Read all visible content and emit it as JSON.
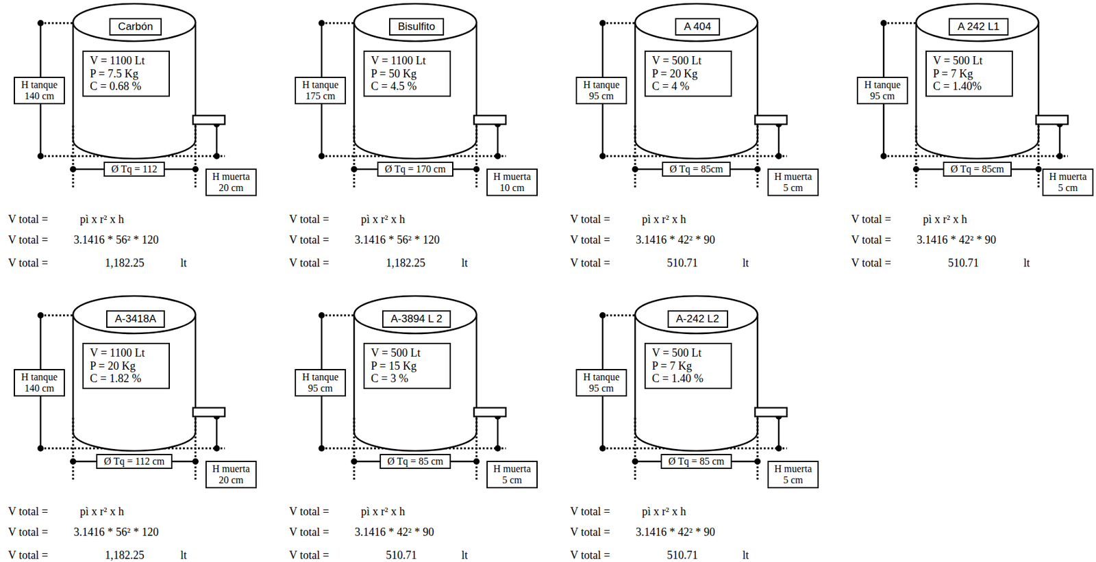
{
  "diagram": {
    "nodes": [
      {
        "text": [
          "Carbón"
        ]
      },
      {
        "text": [
          "V = 1100 Lt",
          "P = 7.5 Kg",
          "C = 0.68 %"
        ]
      },
      {
        "text": [
          "H tanque 140 cm"
        ]
      },
      {
        "text": [
          "Ø Tq = 112"
        ]
      },
      {
        "text": [
          "H muerta 20 cm"
        ]
      },
      {
        "text": [
          "Bisulfito"
        ]
      },
      {
        "text": [
          "V = 1100 Lt",
          "P = 50 Kg",
          "C = 4.5 %"
        ]
      },
      {
        "text": [
          "H tanque 175 cm"
        ]
      },
      {
        "text": [
          "Ø Tq = 170 cm"
        ]
      },
      {
        "text": [
          "H muerta 10 cm"
        ]
      },
      {
        "text": [
          "A 404"
        ]
      },
      {
        "text": [
          "V = 500 Lt",
          "P = 20 Kg",
          "C = 4 %"
        ]
      },
      {
        "text": [
          "H tanque 95 cm"
        ]
      },
      {
        "text": [
          "Ø Tq = 85cm"
        ]
      },
      {
        "text": [
          "H muerta 5 cm"
        ]
      },
      {
        "text": [
          "A 242 L1"
        ]
      },
      {
        "text": [
          "V = 500 Lt",
          "P = 7 Kg",
          "C = 1.40%"
        ]
      },
      {
        "text": [
          "H tanque 95 cm"
        ]
      },
      {
        "text": [
          "Ø Tq = 85cm"
        ]
      },
      {
        "text": [
          "H muerta 5 cm"
        ]
      },
      {
        "text": [
          "A-3418A"
        ]
      },
      {
        "text": [
          "V = 1100 Lt",
          "P = 20 Kg",
          "C = 1.82 %"
        ]
      },
      {
        "text": [
          "H tanque 140 cm"
        ]
      },
      {
        "text": [
          "Ø Tq = 112 cm"
        ]
      },
      {
        "text": [
          "H muerta 20 cm"
        ]
      },
      {
        "text": [
          "A-3894 L 2"
        ]
      },
      {
        "text": [
          "V = 500 Lt",
          "P = 15 Kg",
          "C = 3 %"
        ]
      },
      {
        "text": [
          "H tanque 95 cm"
        ]
      },
      {
        "text": [
          "Ø Tq = 85 cm"
        ]
      },
      {
        "text": [
          "H muerta 5 cm"
        ]
      },
      {
        "text": [
          "A-242 L2"
        ]
      },
      {
        "text": [
          "V = 500 Lt",
          "P = 7 Kg",
          "C = 1.40 %"
        ]
      },
      {
        "text": [
          "H tanque 95 cm"
        ]
      },
      {
        "text": [
          "Ø Tq = 85 cm"
        ]
      },
      {
        "text": [
          "H muerta 5 cm"
        ]
      }
    ],
    "labels": [
      "V total =",
      "pì x r² x h",
      "V total =",
      "3.1416 * 56² * 120",
      "V total =",
      "1,182.25",
      "lt",
      "V total =",
      "pì x r² x h",
      "V total =",
      "3.1416 * 56² * 120",
      "V total =",
      "1,182.25",
      "lt",
      "V total =",
      "pì x r² x h",
      "V total =",
      "3.1416 * 42² * 90",
      "V total =",
      "510.71",
      "lt",
      "V total =",
      "pì x r² x h",
      "V total =",
      "3.1416 * 42² * 90",
      "V total =",
      "510.71",
      "lt",
      "V total =",
      "pì x r² x h",
      "V total =",
      "3.1416 * 56² * 120",
      "V total =",
      "1,182.25",
      "lt",
      "V total =",
      "pì x r² x h",
      "V total =",
      "3.1416 * 42² * 90",
      "V total =",
      "510.71",
      "lt",
      "V total =",
      "pì x r² x h",
      "V total =",
      "3.1416 * 42² * 90",
      "V total =",
      "510.71",
      "lt"
    ]
  }
}
